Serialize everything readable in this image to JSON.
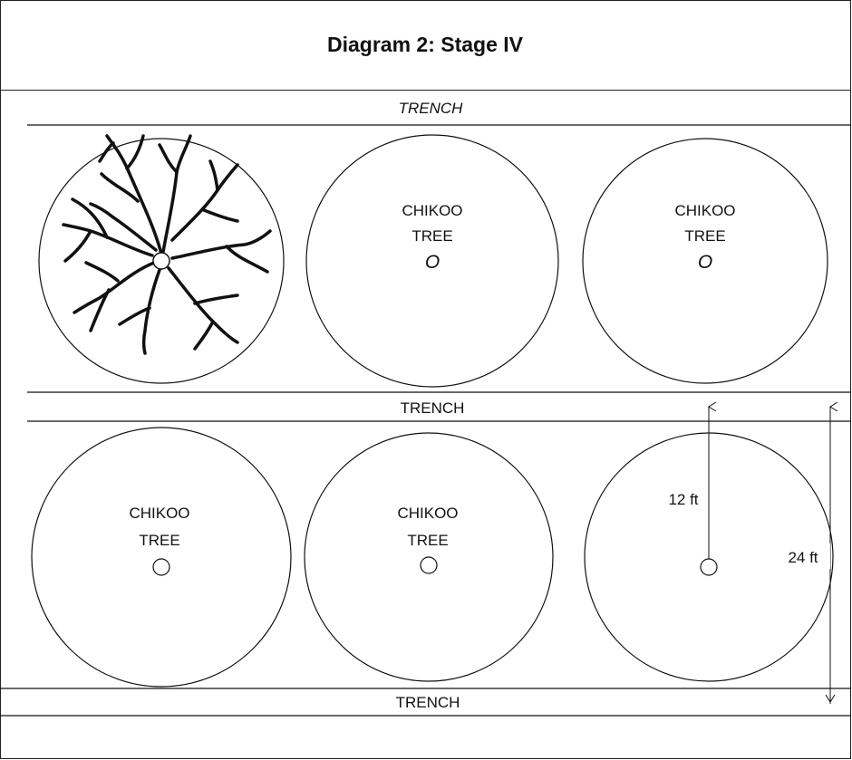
{
  "title": "Diagram 2: Stage IV",
  "trenches": [
    "TRENCH",
    "TRENCH",
    "TRENCH"
  ],
  "tree_label_line1": "CHIKOO",
  "tree_label_line2": "TREE",
  "trunk_marker": "O",
  "dimensions": {
    "radius_label": "12 ft",
    "diameter_label": "24 ft"
  },
  "rows": [
    {
      "trees": [
        {
          "id": "tree-1",
          "kind": "roots"
        },
        {
          "id": "tree-2",
          "kind": "labeled"
        },
        {
          "id": "tree-3",
          "kind": "labeled"
        }
      ]
    },
    {
      "trees": [
        {
          "id": "tree-4",
          "kind": "labeled"
        },
        {
          "id": "tree-5",
          "kind": "labeled"
        },
        {
          "id": "tree-6",
          "kind": "dimensioned"
        }
      ]
    }
  ]
}
